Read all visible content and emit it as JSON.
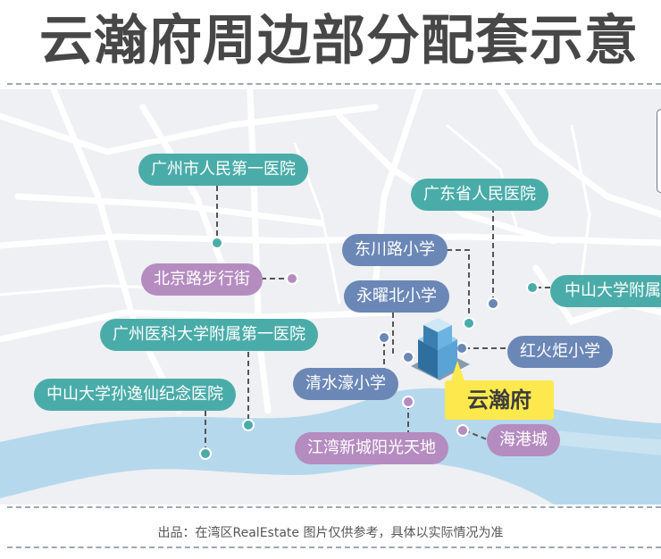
{
  "title": "云瀚府周边部分配套示意",
  "project": "云瀚府",
  "hospitals": [
    "广州市人民第一医院",
    "广东省人民医院",
    "中山大学附属",
    "广州医科大学附属第一医院",
    "中山大学孙逸仙纪念医院"
  ],
  "schools": [
    "东川路小学",
    "永曜北小学",
    "红火炬小学",
    "清水濠小学"
  ],
  "commerce": [
    "北京路步行街",
    "江湾新城阳光天地",
    "海港城"
  ],
  "source_text": "出品：在湾区RealEstate   图片仅供参考，具体以实际情况为准",
  "colors": {
    "hospital": "#4aaca9",
    "school": "#6b87b6",
    "commerce": "#b58cc0",
    "project": "#fde94d",
    "river": "#b6d8ec",
    "map_bg": "#eef0f3"
  },
  "icons": [
    "building-icon"
  ]
}
